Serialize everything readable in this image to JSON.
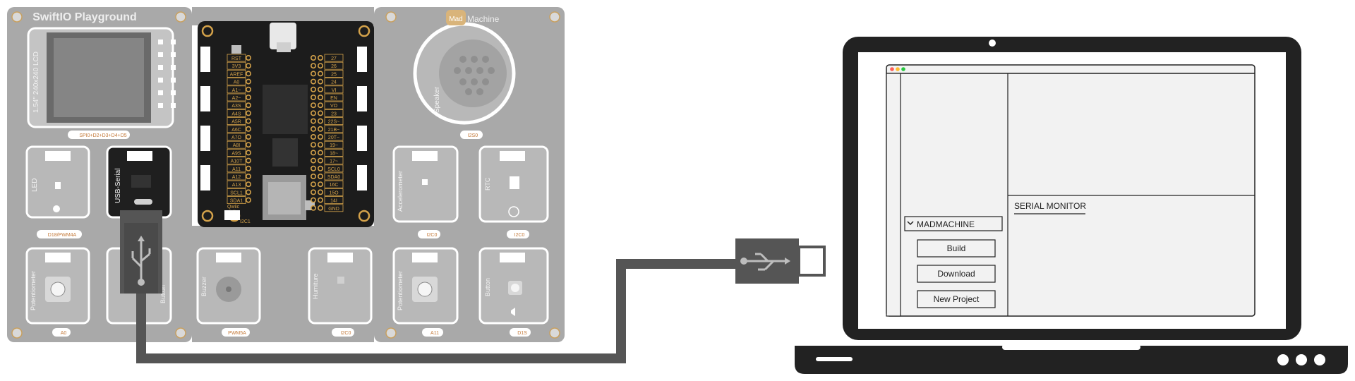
{
  "board": {
    "title": "SwiftIO Playground",
    "brand_badge": "Mad",
    "brand_text": "Machine",
    "colors": {
      "plate": "#a9a9a9",
      "plate_dark": "#8d8d8d",
      "pcb": "#1c1c1c",
      "gold": "#d4a24a",
      "cable": "#555555"
    }
  },
  "header_pins": {
    "left": [
      "RST",
      "3V3",
      "AREF",
      "A0",
      "A1~",
      "A2~",
      "A3S",
      "A4S",
      "A5R",
      "A6C",
      "A7O",
      "A8I",
      "A9S",
      "A10T",
      "A11",
      "A12",
      "A13",
      "SCL1",
      "SDA1"
    ],
    "right": [
      "27",
      "26",
      "25",
      "24",
      "VI",
      "EN",
      "VO",
      "23",
      "22S~",
      "21B~",
      "20T~",
      "19~",
      "18~",
      "17~",
      "SCL0",
      "SDA0",
      "16C",
      "15O",
      "14I",
      "GND"
    ]
  },
  "modules": {
    "lcd": "1.54\" 240x240 LCD",
    "lcd_tag": "SPI0+D2+D3+D4+D5",
    "speaker": "Speaker",
    "speaker_tag": "I2S0",
    "led": "LED",
    "led_tag": "D18/PWM4A",
    "usb_serial": "USB-Serial",
    "accelerometer": "Accelerometer",
    "accelerometer_tag": "I2C0",
    "rtc": "RTC",
    "rtc_tag": "I2C0",
    "potentiometer_left": "Potentiometer",
    "potentiometer_left_tag": "A0",
    "button_left": "Button",
    "buzzer": "Buzzer",
    "buzzer_tag": "PWM5A",
    "humiture": "Humiture",
    "humiture_tag": "I2C0",
    "potentiometer_right": "Potentiometer",
    "potentiometer_right_tag": "A11",
    "button_right": "Button",
    "button_right_tag": "D1S",
    "qwiic": "Qwiic",
    "i2c_label": "I2C1"
  },
  "laptop": {
    "tree_header": "MADMACHINE",
    "buttons": [
      "Build",
      "Download",
      "New Project"
    ],
    "serial_monitor": "SERIAL MONITOR",
    "traffic_lights": [
      "#ff5f57",
      "#febc2e",
      "#28c840"
    ]
  }
}
